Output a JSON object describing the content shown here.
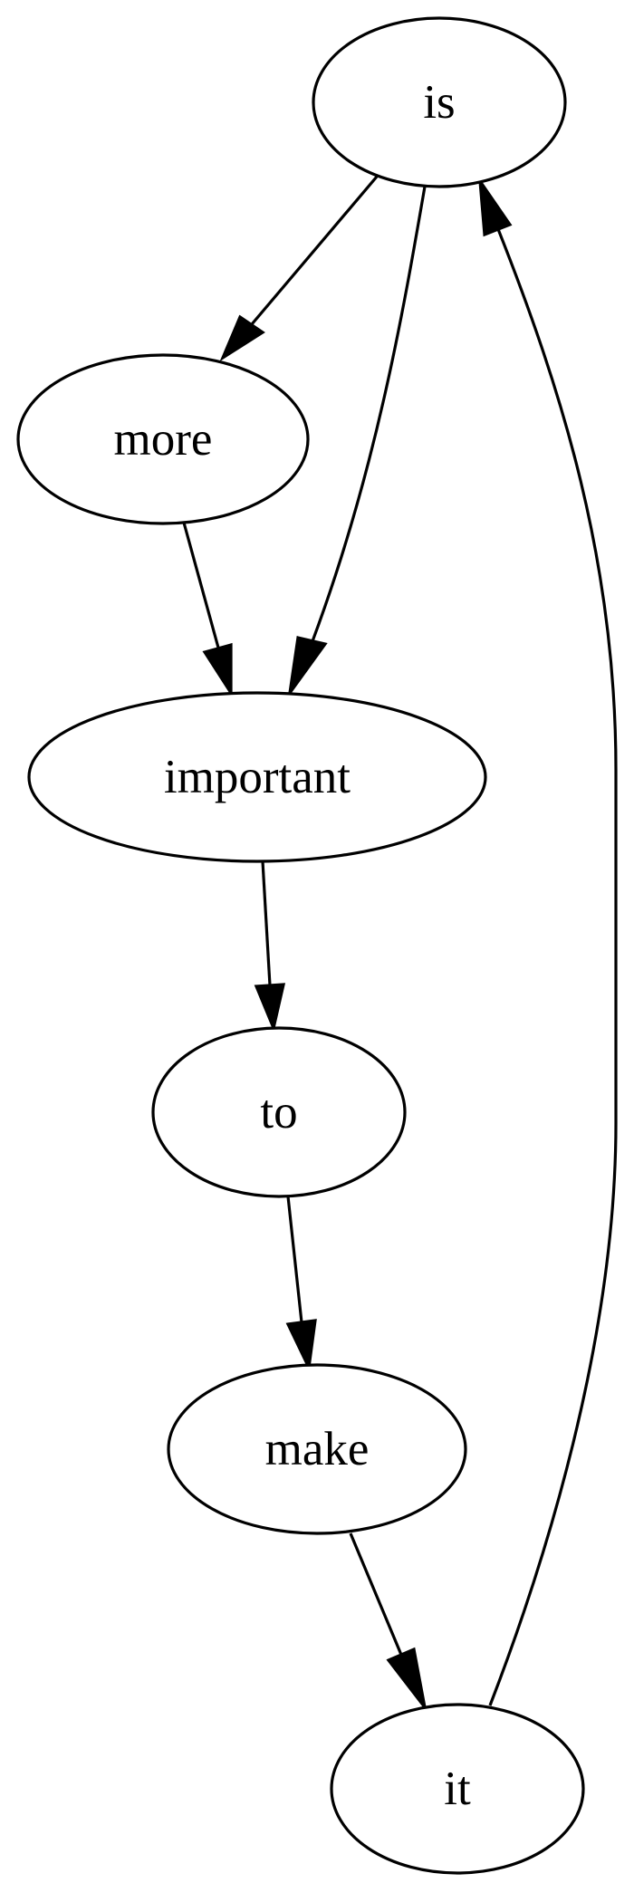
{
  "graph": {
    "type": "directed",
    "colors": {
      "stroke": "#000000",
      "fill": "#ffffff",
      "text": "#000000"
    },
    "nodes": [
      {
        "id": "is",
        "label": "is"
      },
      {
        "id": "more",
        "label": "more"
      },
      {
        "id": "important",
        "label": "important"
      },
      {
        "id": "to",
        "label": "to"
      },
      {
        "id": "make",
        "label": "make"
      },
      {
        "id": "it",
        "label": "it"
      }
    ],
    "edges": [
      {
        "from": "is",
        "to": "more"
      },
      {
        "from": "is",
        "to": "important"
      },
      {
        "from": "more",
        "to": "important"
      },
      {
        "from": "important",
        "to": "to"
      },
      {
        "from": "to",
        "to": "make"
      },
      {
        "from": "make",
        "to": "it"
      },
      {
        "from": "it",
        "to": "is"
      }
    ]
  }
}
